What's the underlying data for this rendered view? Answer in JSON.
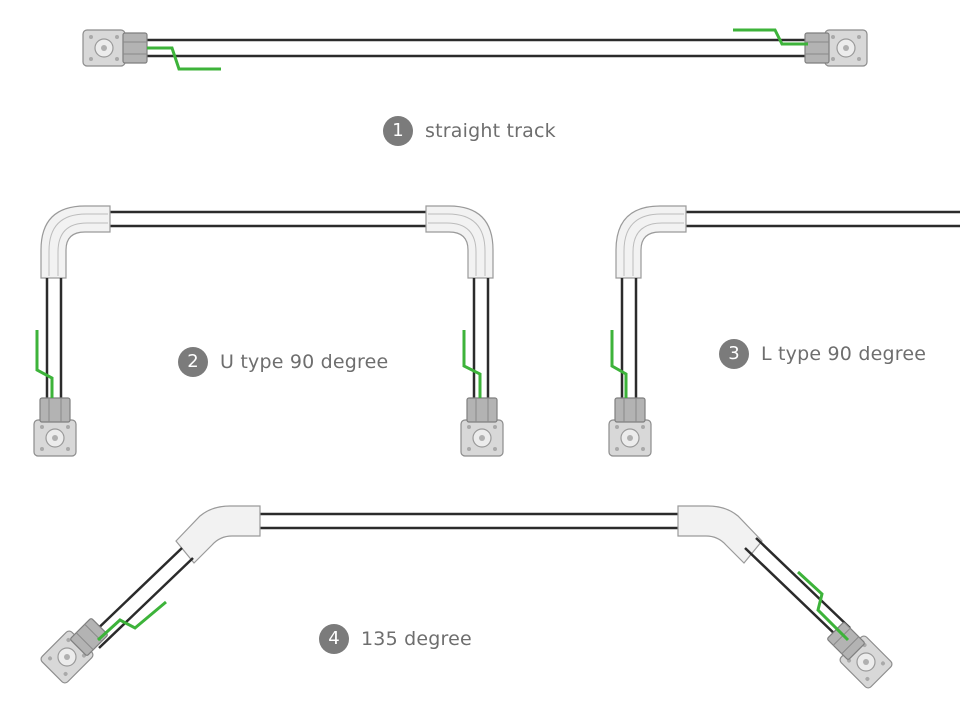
{
  "labels": [
    {
      "number": "1",
      "text": "straight track"
    },
    {
      "number": "2",
      "text": "U type 90 degree"
    },
    {
      "number": "3",
      "text": "L type 90 degree"
    },
    {
      "number": "4",
      "text": "135 degree"
    }
  ],
  "colors": {
    "track_line": "#2b2b2b",
    "bend_fill": "#f2f2f2",
    "bend_stroke": "#9a9a9a",
    "motor_body": "#d4d4d4",
    "motor_stroke": "#8c8c8c",
    "cable": "#3db33a",
    "badge": "#7b7b7b",
    "caption": "#6e6e6e"
  }
}
